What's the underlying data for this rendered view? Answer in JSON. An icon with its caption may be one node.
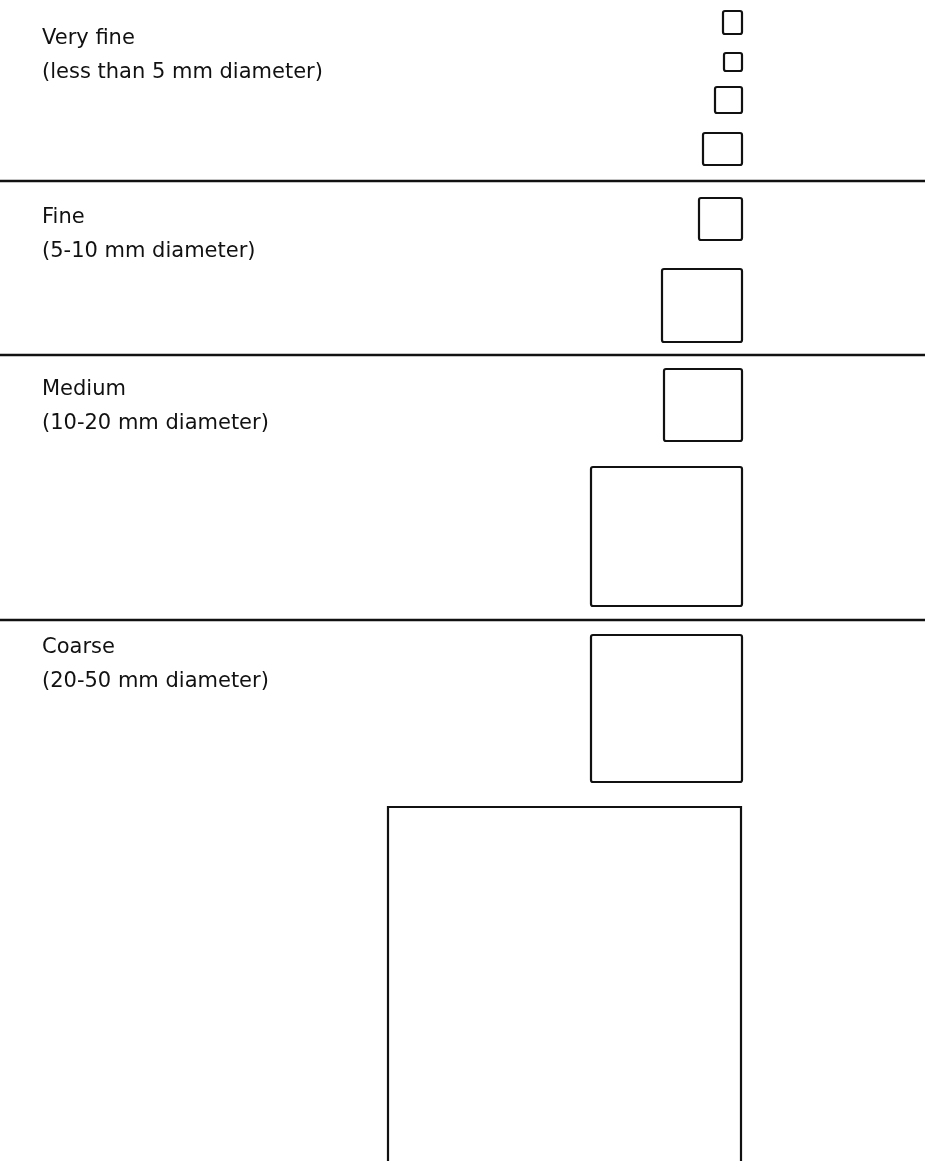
{
  "diagram": {
    "labels": [
      "Very fine",
      "(less than 5 mm diameter)",
      "Fine",
      "(5-10 mm diameter)",
      "Medium",
      "(10-20 mm diameter)",
      "Coarse",
      "(20-50 mm diameter)"
    ]
  }
}
